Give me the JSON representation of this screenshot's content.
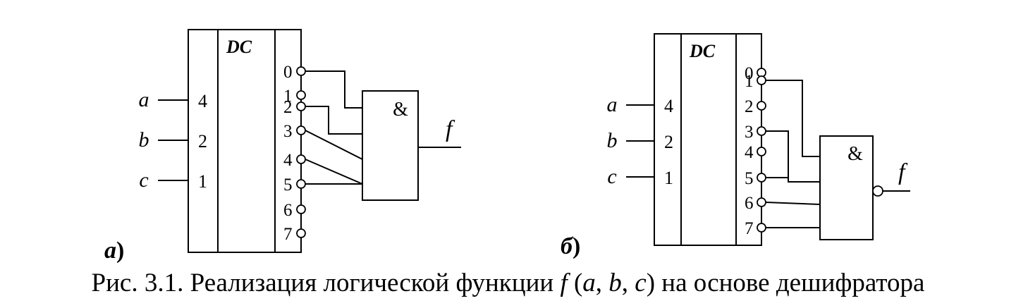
{
  "decoder_label": "DC",
  "gate_label": "&",
  "output_label": "f",
  "input_names": [
    "a",
    "b",
    "c"
  ],
  "input_weights": [
    "4",
    "2",
    "1"
  ],
  "output_numbers": [
    "0",
    "1",
    "2",
    "3",
    "4",
    "5",
    "6",
    "7"
  ],
  "circuits": [
    {
      "label": "а",
      "paren": ")",
      "connected_outputs": [
        0,
        2,
        3,
        4,
        5
      ],
      "inverted_output": false
    },
    {
      "label": "б",
      "paren": ")",
      "connected_outputs": [
        1,
        3,
        5,
        6,
        7
      ],
      "inverted_output": true
    }
  ],
  "caption": {
    "prefix": "Рис. 3.1. Реализация логической функции ",
    "func": "f",
    "open": " (",
    "a": "a",
    "sep1": ", ",
    "b": "b",
    "sep2": ", ",
    "c": "c",
    "suffix": ") на основе дешифратора"
  }
}
